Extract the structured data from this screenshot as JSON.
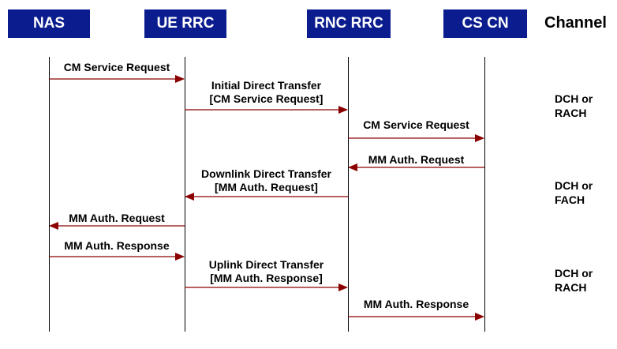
{
  "entities": {
    "nas": "NAS",
    "ue_rrc": "UE RRC",
    "rnc_rrc": "RNC RRC",
    "cs_cn": "CS CN"
  },
  "channel_header": "Channel",
  "colors": {
    "entity_box": "#0b1d8e",
    "arrow": "#8b0000",
    "text": "#000000"
  },
  "messages": [
    {
      "from": "NAS",
      "to": "UE RRC",
      "label": "CM Service Request"
    },
    {
      "from": "UE RRC",
      "to": "RNC RRC",
      "label": "Initial Direct Transfer\n[CM Service Request]"
    },
    {
      "from": "RNC RRC",
      "to": "CS CN",
      "label": "CM Service Request"
    },
    {
      "from": "CS CN",
      "to": "RNC RRC",
      "label": "MM Auth. Request"
    },
    {
      "from": "RNC RRC",
      "to": "UE RRC",
      "label": "Downlink Direct Transfer\n[MM Auth. Request]"
    },
    {
      "from": "UE RRC",
      "to": "NAS",
      "label": "MM Auth. Request"
    },
    {
      "from": "NAS",
      "to": "UE RRC",
      "label": "MM Auth. Response"
    },
    {
      "from": "UE RRC",
      "to": "RNC RRC",
      "label": "Uplink Direct Transfer\n[MM Auth. Response]"
    },
    {
      "from": "RNC RRC",
      "to": "CS CN",
      "label": "MM Auth. Response"
    }
  ],
  "channels": [
    "DCH or\nRACH",
    "DCH or\nFACH",
    "DCH or\nRACH"
  ]
}
